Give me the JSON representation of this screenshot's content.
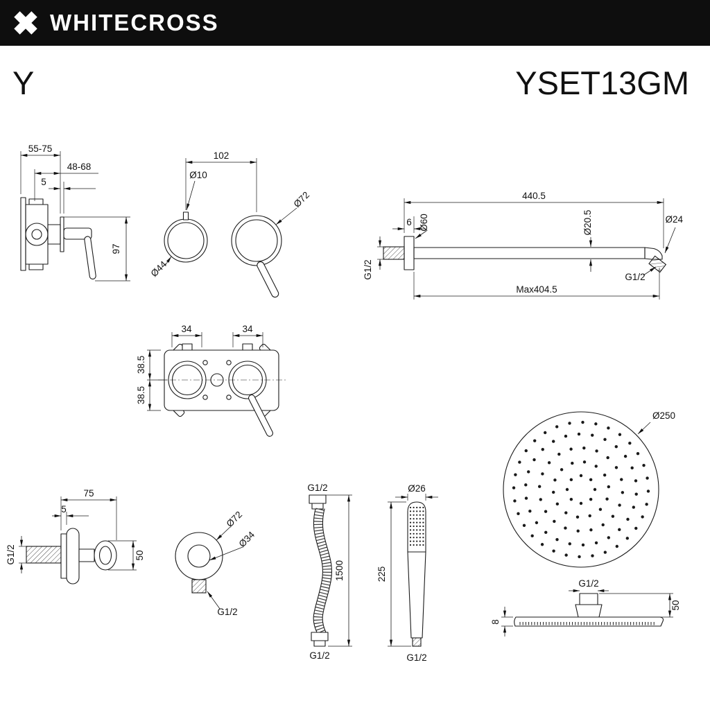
{
  "header": {
    "brand": "WHITECROSS"
  },
  "model": {
    "series": "Y",
    "code": "YSET13GM"
  },
  "colors": {
    "header_bg": "#0e0e0e",
    "line": "#1a1a1a",
    "paper": "#ffffff"
  },
  "dims": {
    "valve_side": {
      "depth_range": "55-75",
      "inner_range": "48-68",
      "plate": "5",
      "height": "97"
    },
    "trim_front": {
      "spacing": "102",
      "pin": "Ø10",
      "handle_plate": "Ø72",
      "knob": "Ø44"
    },
    "arm": {
      "length": "440.5",
      "flange_thk": "6",
      "flange_dia": "Ø60",
      "tube_dia": "Ø20.5",
      "tip_dia": "Ø24",
      "thread_left": "G1/2",
      "thread_right": "G1/2",
      "max_len": "Max404.5"
    },
    "rough_in": {
      "off_left": "34",
      "off_right": "34",
      "off_top": "38.5",
      "off_bottom": "38.5"
    },
    "outlet": {
      "depth": "75",
      "plate": "5",
      "thread": "G1/2",
      "height": "50"
    },
    "escutcheon": {
      "outer": "Ø72",
      "inner": "Ø34",
      "thread": "G1/2"
    },
    "hose": {
      "thread_top": "G1/2",
      "length": "1500",
      "thread_bottom": "G1/2"
    },
    "handshower": {
      "dia": "Ø26",
      "length": "225",
      "thread": "G1/2"
    },
    "head_top": {
      "dia": "Ø250"
    },
    "head_side": {
      "thread": "G1/2",
      "conn_height": "50",
      "thickness": "8"
    }
  }
}
